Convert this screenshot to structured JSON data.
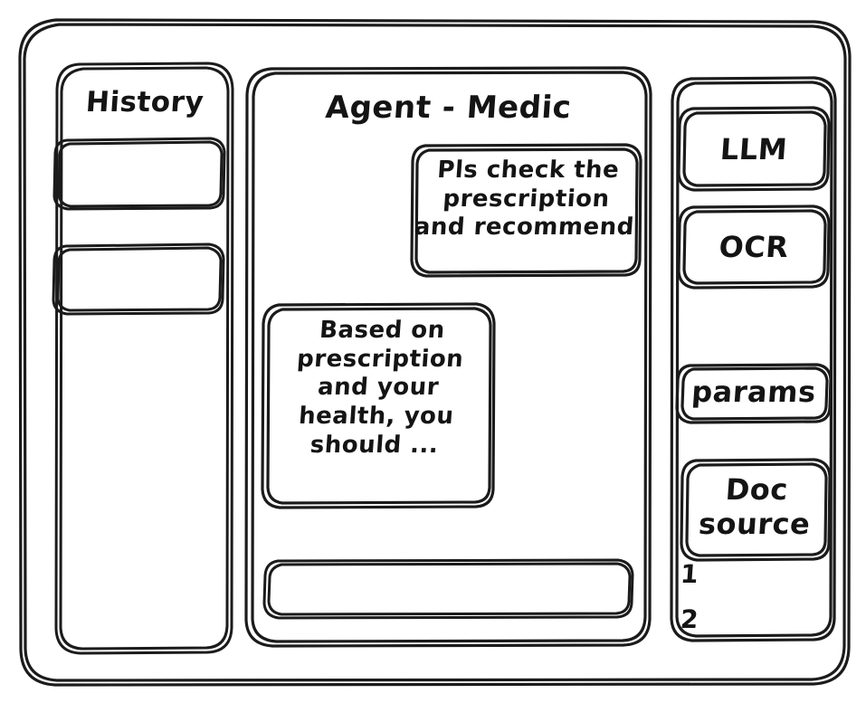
{
  "window": {
    "style": "hand-drawn wireframe",
    "stroke_color": "#1b1b1b",
    "background_color": "#ffffff"
  },
  "sidebar_left": {
    "title": "History",
    "items": [
      {
        "label": ""
      },
      {
        "label": ""
      }
    ]
  },
  "main": {
    "title": "Agent - Medic",
    "messages": [
      {
        "role": "user",
        "align": "right",
        "text": "Pls check the\nprescription\nand recommend"
      },
      {
        "role": "assistant",
        "align": "left",
        "text": "Based on\nprescription\nand your\nhealth, you\nshould ..."
      }
    ],
    "composer": {
      "value": "",
      "placeholder": ""
    }
  },
  "sidebar_right": {
    "cards": [
      {
        "label": "LLM"
      },
      {
        "label": "OCR"
      },
      {
        "label": "params"
      },
      {
        "label": "Doc\nsource"
      }
    ],
    "doc_list": [
      {
        "num": "1"
      },
      {
        "num": "2"
      }
    ]
  }
}
